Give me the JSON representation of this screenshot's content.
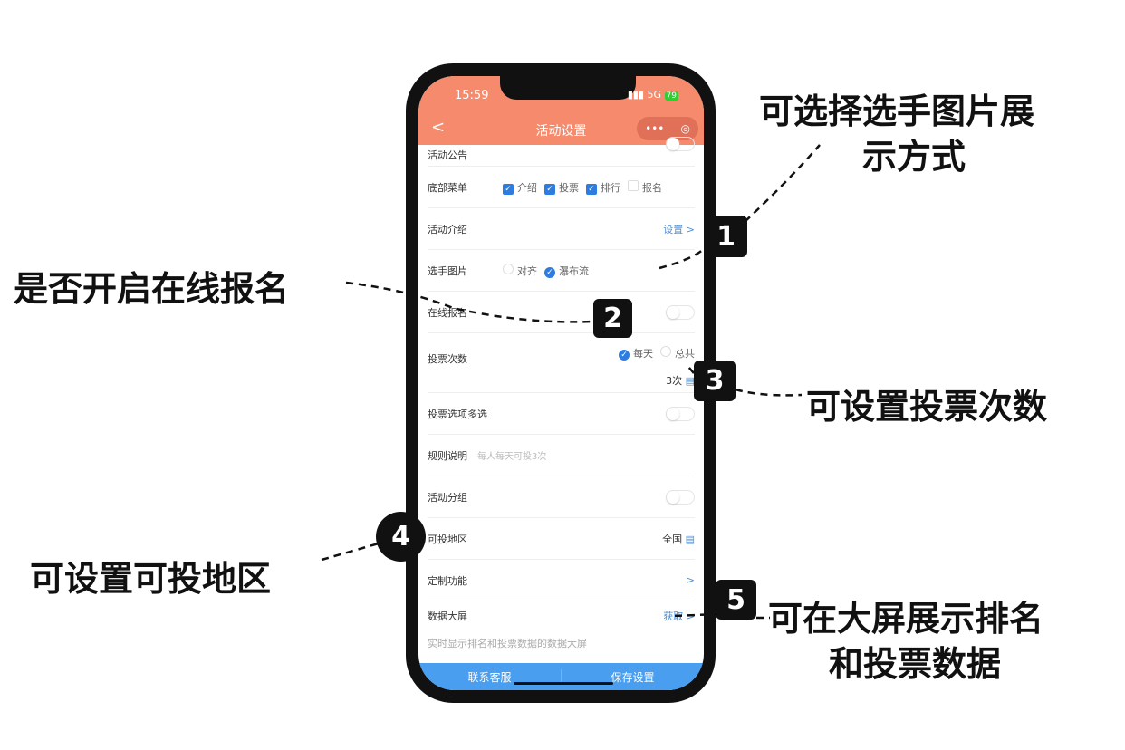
{
  "status": {
    "time": "15:59",
    "network": "5G",
    "battery": "79"
  },
  "header": {
    "back": "<",
    "title": "活动设置",
    "menu": "•••",
    "close": "◎"
  },
  "rows": {
    "announcement": "活动公告",
    "bottom_menu": {
      "label": "底部菜单",
      "options": [
        {
          "label": "介绍",
          "checked": true
        },
        {
          "label": "投票",
          "checked": true
        },
        {
          "label": "排行",
          "checked": true
        },
        {
          "label": "报名",
          "checked": false
        }
      ]
    },
    "intro": {
      "label": "活动介绍",
      "action": "设置 >"
    },
    "photo": {
      "label": "选手图片",
      "options": [
        {
          "label": "对齐",
          "selected": false
        },
        {
          "label": "瀑布流",
          "selected": true
        }
      ]
    },
    "online_signup": {
      "label": "在线报名",
      "enabled": false
    },
    "vote_count": {
      "label": "投票次数",
      "options": [
        {
          "label": "每天",
          "selected": true
        },
        {
          "label": "总共",
          "selected": false
        }
      ],
      "value": "3次"
    },
    "multi_select": {
      "label": "投票选项多选",
      "enabled": false
    },
    "rules": {
      "label": "规则说明",
      "placeholder": "每人每天可投3次"
    },
    "grouping": {
      "label": "活动分组",
      "enabled": false
    },
    "region": {
      "label": "可投地区",
      "value": "全国"
    },
    "custom": {
      "label": "定制功能",
      "action": ">"
    },
    "dashboard": {
      "label": "数据大屏",
      "action": "获取 >",
      "desc": "实时显示排名和投票数据的数据大屏"
    }
  },
  "footer": {
    "contact": "联系客服",
    "save": "保存设置"
  },
  "annotations": [
    {
      "num": "1",
      "text1": "可选择选手图片展",
      "text2": "示方式"
    },
    {
      "num": "2",
      "text1": "是否开启在线报名"
    },
    {
      "num": "3",
      "text1": "可设置投票次数"
    },
    {
      "num": "4",
      "text1": "可设置可投地区"
    },
    {
      "num": "5",
      "text1": "可在大屏展示排名",
      "text2": "和投票数据"
    }
  ]
}
